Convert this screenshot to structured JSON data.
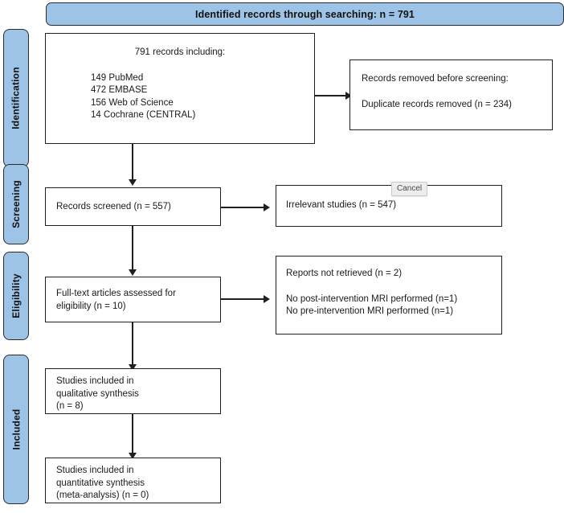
{
  "diagram": {
    "title": "PRISMA flow diagram",
    "colors": {
      "stage_fill": "#9dc3e6",
      "box_border": "#1f1f1f",
      "box_fill": "#ffffff",
      "page_background": "#ffffff",
      "chip_fill": "#ededed"
    }
  },
  "banner": {
    "label": "Identified records through searching: n = 791"
  },
  "stages": [
    {
      "key": "identification",
      "label": "Identification"
    },
    {
      "key": "screening",
      "label": "Screening"
    },
    {
      "key": "eligibility",
      "label": "Eligibility"
    },
    {
      "key": "included",
      "label": "Included"
    }
  ],
  "boxes": {
    "records_identified": {
      "heading": "791 records including:",
      "lines": [
        "149 PubMed",
        "472 EMBASE",
        "156 Web of Science",
        "14 Cochrane (CENTRAL)"
      ]
    },
    "records_removed": {
      "line1": "Records removed before screening:",
      "line2": "Duplicate records removed (n = 234)"
    },
    "records_screened": {
      "line1": "Records screened (n = 557)"
    },
    "irrelevant_studies": {
      "line1": "Irrelevant studies (n = 547)"
    },
    "fulltext_assessed": {
      "line1": "Full-text articles assessed for",
      "line2": "eligibility (n = 10)"
    },
    "reports_excluded": {
      "line1": "Reports not retrieved (n = 2)",
      "line2": "No post-intervention MRI performed (n=1)",
      "line3": "No pre-intervention MRI performed (n=1)"
    },
    "qualitative_synthesis": {
      "line1": "Studies included in",
      "line2": "qualitative synthesis",
      "line3": "(n = 8)"
    },
    "quantitative_synthesis": {
      "line1": "Studies included in",
      "line2": "quantitative synthesis",
      "line3": "(meta-analysis) (n = 0)"
    }
  },
  "overlay": {
    "cancel_label": "Cancel"
  },
  "chart_data": {
    "type": "diagram",
    "title": "PRISMA flow diagram",
    "nodes": [
      {
        "id": "banner",
        "stage": "identification",
        "text": "Identified records through searching: n = 791",
        "n": 791
      },
      {
        "id": "records_identified",
        "stage": "identification",
        "text": "791 records including: 149 PubMed; 472 EMBASE; 156 Web of Science; 14 Cochrane (CENTRAL)",
        "n": 791
      },
      {
        "id": "records_removed",
        "stage": "identification",
        "text": "Records removed before screening: Duplicate records removed (n = 234)",
        "n": 234
      },
      {
        "id": "records_screened",
        "stage": "screening",
        "text": "Records screened (n = 557)",
        "n": 557
      },
      {
        "id": "irrelevant_studies",
        "stage": "screening",
        "text": "Irrelevant studies (n = 547)",
        "n": 547
      },
      {
        "id": "fulltext_assessed",
        "stage": "eligibility",
        "text": "Full-text articles assessed for eligibility (n = 10)",
        "n": 10
      },
      {
        "id": "reports_excluded",
        "stage": "eligibility",
        "text": "Reports not retrieved (n = 2); No post-intervention MRI performed (n=1); No pre-intervention MRI performed (n=1)",
        "n": 2
      },
      {
        "id": "qualitative_synthesis",
        "stage": "included",
        "text": "Studies included in qualitative synthesis (n = 8)",
        "n": 8
      },
      {
        "id": "quantitative_synthesis",
        "stage": "included",
        "text": "Studies included in quantitative synthesis (meta-analysis) (n = 0)",
        "n": 0
      }
    ],
    "edges": [
      {
        "from": "records_identified",
        "to": "records_removed",
        "direction": "right"
      },
      {
        "from": "records_identified",
        "to": "records_screened",
        "direction": "down"
      },
      {
        "from": "records_screened",
        "to": "irrelevant_studies",
        "direction": "right"
      },
      {
        "from": "records_screened",
        "to": "fulltext_assessed",
        "direction": "down"
      },
      {
        "from": "fulltext_assessed",
        "to": "reports_excluded",
        "direction": "right"
      },
      {
        "from": "fulltext_assessed",
        "to": "qualitative_synthesis",
        "direction": "down"
      },
      {
        "from": "qualitative_synthesis",
        "to": "quantitative_synthesis",
        "direction": "down"
      }
    ],
    "databases": {
      "categories": [
        "PubMed",
        "EMBASE",
        "Web of Science",
        "Cochrane (CENTRAL)"
      ],
      "values": [
        149,
        472,
        156,
        14
      ],
      "total": 791
    }
  }
}
